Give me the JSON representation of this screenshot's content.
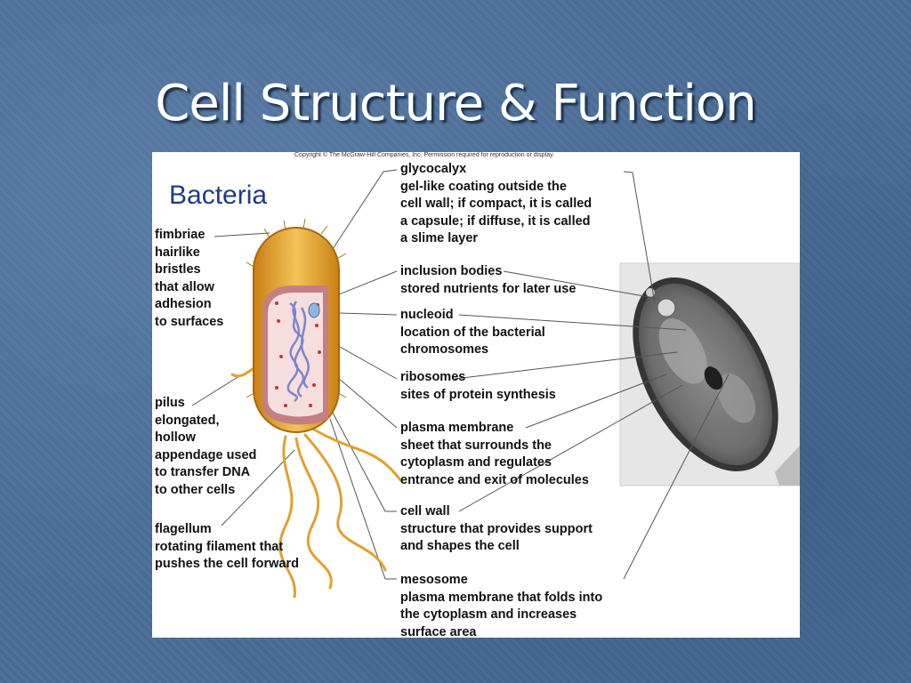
{
  "slide": {
    "title": "Cell Structure & Function"
  },
  "figure": {
    "copyright": "Copyright © The McGraw-Hill Companies, Inc. Permission required for reproduction or display.",
    "subtitle": "Bacteria",
    "left_labels": {
      "fimbriae": "fimbriae\nhairlike\nbristles\nthat allow\nadhesion\nto surfaces",
      "pilus": "pilus\nelongated,\nhollow\nappendage used\nto transfer DNA\nto other cells",
      "flagellum": "flagellum\nrotating filament that\npushes the cell forward"
    },
    "right_labels": {
      "glycocalyx": "glycocalyx\ngel-like coating outside the\ncell wall; if compact, it is called\na capsule; if diffuse, it is called\na slime layer",
      "inclusion_bodies": "inclusion bodies\nstored nutrients for later use",
      "nucleoid": "nucleoid\nlocation of the bacterial\nchromosomes",
      "ribosomes": "ribosomes\nsites of protein synthesis",
      "plasma_membrane": "plasma membrane\nsheet that surrounds the\ncytoplasm and regulates\nentrance and exit of molecules",
      "cell_wall": "cell wall\nstructure that provides support\nand shapes the cell",
      "mesosome": "mesosome\nplasma membrane that folds into\nthe cytoplasm and increases\nsurface area"
    }
  },
  "colors": {
    "background": "#4a6d97",
    "title": "#ffffff",
    "bacteria_label": "#1f3b8a",
    "cell_outer": "#e0a12e",
    "cytoplasm": "#f6dede",
    "nucleoid": "#7b86c9",
    "ribosome": "#c0392b"
  }
}
